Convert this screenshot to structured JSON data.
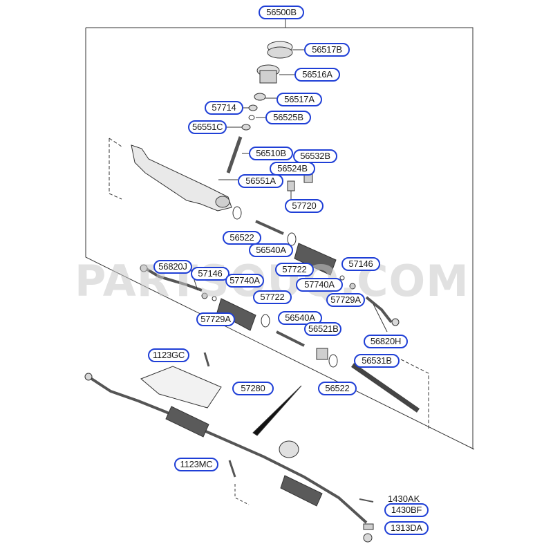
{
  "watermark": "PARTSOUQ.COM",
  "colors": {
    "callout_border": "#1f3fd6",
    "line": "#333333",
    "part_fill": "#d9d9d9"
  },
  "callouts": [
    {
      "id": "56500B",
      "label": "56500B"
    },
    {
      "id": "56517B",
      "label": "56517B"
    },
    {
      "id": "56516A",
      "label": "56516A"
    },
    {
      "id": "57714",
      "label": "57714"
    },
    {
      "id": "56517A",
      "label": "56517A"
    },
    {
      "id": "56525B",
      "label": "56525B"
    },
    {
      "id": "56551C",
      "label": "56551C"
    },
    {
      "id": "56510B",
      "label": "56510B"
    },
    {
      "id": "56532B",
      "label": "56532B"
    },
    {
      "id": "56524B",
      "label": "56524B"
    },
    {
      "id": "56551A",
      "label": "56551A"
    },
    {
      "id": "57720",
      "label": "57720"
    },
    {
      "id": "56522-top",
      "label": "56522"
    },
    {
      "id": "56540A-top",
      "label": "56540A"
    },
    {
      "id": "56820J",
      "label": "56820J"
    },
    {
      "id": "57146-left",
      "label": "57146"
    },
    {
      "id": "57740A-left",
      "label": "57740A"
    },
    {
      "id": "57722-top",
      "label": "57722"
    },
    {
      "id": "57146-right",
      "label": "57146"
    },
    {
      "id": "57740A-right",
      "label": "57740A"
    },
    {
      "id": "57729A-right",
      "label": "57729A"
    },
    {
      "id": "57722-mid",
      "label": "57722"
    },
    {
      "id": "57729A-left",
      "label": "57729A"
    },
    {
      "id": "56540A-mid",
      "label": "56540A"
    },
    {
      "id": "56521B",
      "label": "56521B"
    },
    {
      "id": "56820H",
      "label": "56820H"
    },
    {
      "id": "1123GC",
      "label": "1123GC"
    },
    {
      "id": "56531B",
      "label": "56531B"
    },
    {
      "id": "57280",
      "label": "57280"
    },
    {
      "id": "56522-bottom",
      "label": "56522"
    },
    {
      "id": "1123MC",
      "label": "1123MC"
    },
    {
      "id": "1313DA",
      "label": "1313DA"
    },
    {
      "id": "1430BF",
      "label": "1430BF"
    }
  ],
  "plain_labels": [
    {
      "id": "1430AK",
      "label": "1430AK"
    }
  ]
}
